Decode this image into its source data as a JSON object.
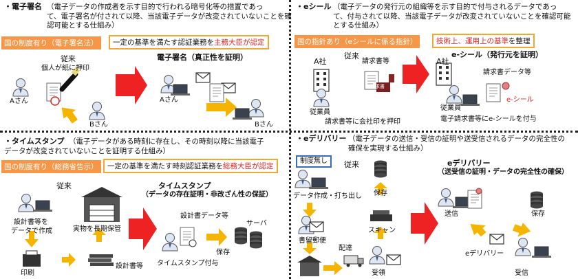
{
  "sig": {
    "title": "・電子署名",
    "desc": [
      "（電子データの作成者を示す目的で行われる暗号化等の措置であっ",
      "て、電子署名が付されて以降、当該電子データが改変されていないことを確",
      "認可能とする仕組み）"
    ],
    "system_label": "国の制度有り（電子署名法）",
    "standard_pre": "一定の基準を満たす認証業務を",
    "standard_red": "主務大臣が認定",
    "before_label": "従来",
    "before_desc": "個人が紙に押印",
    "after_label": "電子署名（真正性を証明）",
    "person_a": "Aさん",
    "person_b": "Bさん"
  },
  "eseal": {
    "title": "・eシール",
    "desc": [
      "（電子データの発行元の組織等を示す目的で付与されるデータであっ",
      "て、付与されて以降、当該電子データが改変されていないことを確認可能",
      "とする仕組み）"
    ],
    "system_label": "国の指針あり（eシールに係る指針）",
    "standard_red": "技術上、運用上の基準",
    "standard_post": "を整理",
    "before_label": "従来",
    "company": "A社",
    "invoice_label": "請求書等",
    "stamp_text": "請求書",
    "employee": "従業員",
    "before_desc": "請求書等に会社印を押印",
    "after_label": "e-シール（発行元を証明）",
    "invoice_data": "請求書データ等",
    "seal_label": "e-シール",
    "after_desc": "電子請求書等にe-シールを付与"
  },
  "ts": {
    "title": "・タイムスタンプ",
    "desc": [
      "（電子データがある時刻に存在し、その時刻以降に当該電子",
      "データが改変されていないことを証明する仕組み）"
    ],
    "system_label": "国の制度有り（総務省告示）",
    "standard_pre": "一定の基準を満たす時刻認証業務を",
    "standard_red": "総務大臣が認定",
    "before_label": "従来",
    "design_a": "設計書等を",
    "design_b": "データで作成",
    "print": "印刷",
    "storage": "実物を長期保管",
    "docs": "設計書等",
    "after_title": "タイムスタンプ",
    "after_sub": "（データの存在証明・非改ざん性の保証）",
    "design_data": "設計書データ等",
    "server": "サーバ",
    "save": "保存",
    "stamp_grant": "タイムスタンプ付与"
  },
  "ed": {
    "title": "・eデリバリー",
    "desc": [
      "（電子データの送信・受信の証明や送受信されるデータの完全性の",
      "確保を実現する仕組み）"
    ],
    "no_system": "制度無し",
    "before_label": "従来",
    "create": "データ作成・打ち出し",
    "save": "保存",
    "scan": "スキャン",
    "registered": "書留郵便",
    "delivery": "配達",
    "receive": "受領",
    "after_title": "eデリバリー",
    "after_sub": "（送受信の証明・データの完全性の確保）",
    "send": "送信",
    "after_save": "保存",
    "ed_label": "eデリバリー",
    "receipt": "受信"
  }
}
